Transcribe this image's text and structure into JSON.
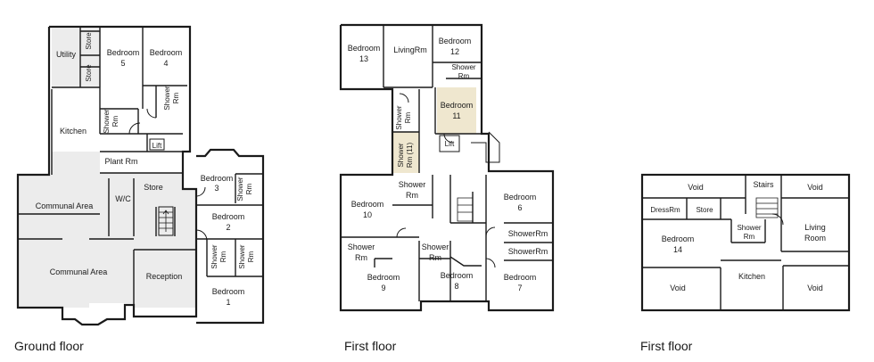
{
  "captions": {
    "ground": "Ground floor",
    "first": "First floor",
    "first_b": "First floor"
  },
  "colors": {
    "wall": "#1a1a1a",
    "communal_fill": "#ececec",
    "highlight_fill": "#efe7cf"
  },
  "ground_floor": {
    "utility": "Utility",
    "store_a": "Store",
    "store_b": "Store",
    "bedroom5": [
      "Bedroom",
      "5"
    ],
    "bedroom4": [
      "Bedroom",
      "4"
    ],
    "shower_a": [
      "Shower",
      "Rm"
    ],
    "shower_b": [
      "Shower",
      "Rm"
    ],
    "kitchen": "Kitchen",
    "lift": "Lift",
    "plant": "Plant Rm",
    "bedroom3": [
      "Bedroom",
      "3"
    ],
    "shower_c": [
      "Shower",
      "Rm"
    ],
    "communal_a": "Communal Area",
    "wc": "W/C",
    "store_c": "Store",
    "bedroom2": [
      "Bedroom",
      "2"
    ],
    "shower_d": [
      "Shower",
      "Rm"
    ],
    "shower_e": [
      "Shower",
      "Rm"
    ],
    "communal_b": "Communal Area",
    "reception": "Reception",
    "bedroom1": [
      "Bedroom",
      "1"
    ]
  },
  "first_floor": {
    "bedroom13": [
      "Bedroom",
      "13"
    ],
    "living": "LivingRm",
    "bedroom12": [
      "Bedroom",
      "12"
    ],
    "shower_12": [
      "Shower",
      "Rm"
    ],
    "bedroom11": [
      "Bedroom",
      "11"
    ],
    "shower_v": [
      "Shower",
      "Rm"
    ],
    "shower_11": [
      "Shower",
      "Rm (11)"
    ],
    "lift": "Lift",
    "bedroom10": [
      "Bedroom",
      "10"
    ],
    "shower_f": [
      "Shower",
      "Rm"
    ],
    "bedroom6": [
      "Bedroom",
      "6"
    ],
    "showerrm_a": "ShowerRm",
    "showerrm_b": "ShowerRm",
    "shower_g": [
      "Shower",
      "Rm"
    ],
    "shower_h": [
      "Shower",
      "Rm"
    ],
    "bedroom9": [
      "Bedroom",
      "9"
    ],
    "bedroom8": [
      "Bedroom",
      "8"
    ],
    "bedroom7": [
      "Bedroom",
      "7"
    ]
  },
  "first_floor_b": {
    "void_a": "Void",
    "stairs": "Stairs",
    "void_b": "Void",
    "dressrm": "DressRm",
    "store": "Store",
    "shower": [
      "Shower",
      "Rm"
    ],
    "living": [
      "Living",
      "Room"
    ],
    "bedroom14": [
      "Bedroom",
      "14"
    ],
    "kitchen": "Kitchen",
    "void_c": "Void",
    "void_d": "Void"
  }
}
